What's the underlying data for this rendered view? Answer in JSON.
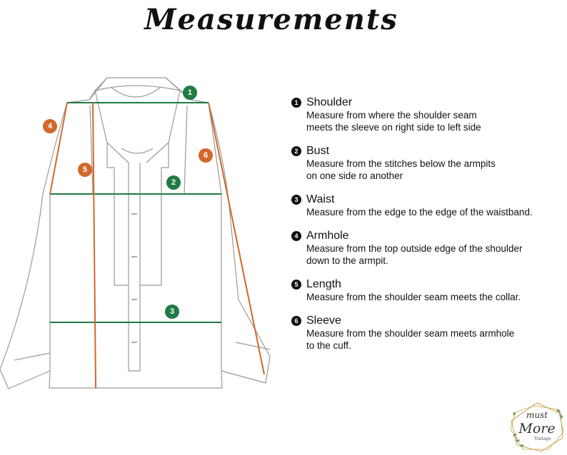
{
  "title": "Measurements",
  "colors": {
    "green": "#1f7a43",
    "orange": "#d0692b",
    "outline": "#9a9a9a",
    "gold": "#c9a34a"
  },
  "diagram": {
    "markers": [
      {
        "num": "1",
        "color": "green"
      },
      {
        "num": "2",
        "color": "green"
      },
      {
        "num": "3",
        "color": "green"
      },
      {
        "num": "4",
        "color": "orange"
      },
      {
        "num": "5",
        "color": "orange"
      },
      {
        "num": "6",
        "color": "orange"
      }
    ]
  },
  "legend": [
    {
      "num": "1",
      "title": "Shoulder",
      "desc": "Measure from where the shoulder seam\n meets the sleeve on right side to left side"
    },
    {
      "num": "2",
      "title": "Bust",
      "desc": "Measure from the stitches below the armpits\non one side ro another"
    },
    {
      "num": "3",
      "title": "Waist",
      "desc": "Measure from the edge to the edge of the waistband."
    },
    {
      "num": "4",
      "title": "Armhole",
      "desc": "Measure from the top outside edge of the shoulder\ndown to the armpit."
    },
    {
      "num": "5",
      "title": "Length",
      "desc": "Measure from the shoulder seam meets the collar."
    },
    {
      "num": "6",
      "title": "Sleeve",
      "desc": "Measure from the shoulder seam meets  armhole\nto the cuff."
    }
  ],
  "logo": {
    "line1": "must",
    "line2": "More",
    "line3": "Vintage",
    "icon": "geometric-wreath-icon"
  }
}
